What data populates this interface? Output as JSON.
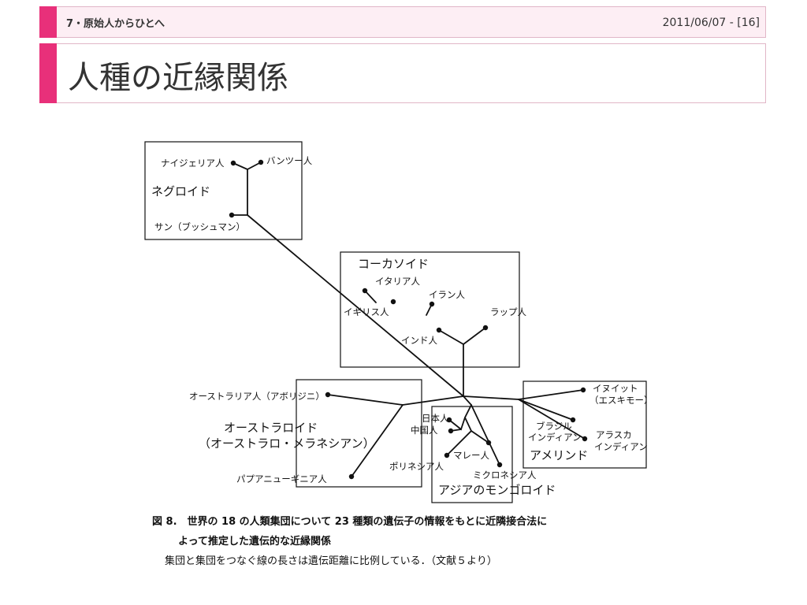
{
  "header": {
    "section": "7・原始人からひとへ",
    "date": "2011/06/07 - [16]",
    "title": "人種の近縁関係"
  },
  "diagram": {
    "groups": {
      "negroid": "ネグロイド",
      "caucasoid": "コーカソイド",
      "australoid": "オーストラロイド",
      "australoid_sub": "（オーストラロ・メラネシアン）",
      "amerind": "アメリンド",
      "mongoloid": "アジアのモンゴロイド"
    },
    "populations": {
      "nigerian": "ナイジェリア人",
      "bantu": "バンツー人",
      "san": "サン（ブッシュマン）",
      "italian": "イタリア人",
      "iranian": "イラン人",
      "english": "イギリス人",
      "lapp": "ラップ人",
      "indian": "インド人",
      "aboriginal": "オーストラリア人（アボリジニ）",
      "inuit": "イヌイット",
      "inuit_sub": "（エスキモー）",
      "japanese": "日本人",
      "chinese": "中国人",
      "brazil_1": "ブラジル",
      "brazil_2": "インディアン",
      "alaska_1": "アラスカ",
      "alaska_2": "インディアン",
      "malay": "マレー人",
      "polynesian": "ポリネシア人",
      "micronesian": "ミクロネシア人",
      "papuan": "パプアニューギニア人"
    }
  },
  "caption": {
    "line1": "図 8.　世界の 18 の人類集団について 23 種類の遺伝子の情報をもとに近隣接合法に",
    "line2": "よって推定した遺伝的な近縁関係",
    "line3": "集団と集団をつなぐ線の長さは遺伝距離に比例している．（文献５より）"
  }
}
